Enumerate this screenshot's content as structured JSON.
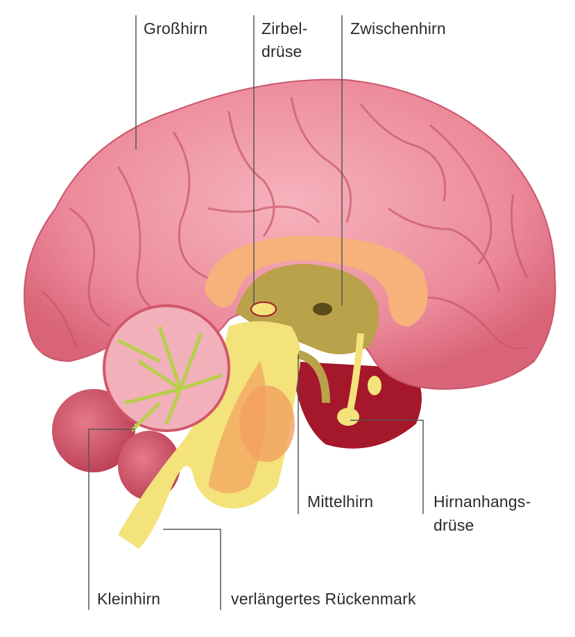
{
  "labels": {
    "grosshirn": "Großhirn",
    "zirbeldruese_1": "Zirbel-",
    "zirbeldruese_2": "drüse",
    "zwischenhirn": "Zwischenhirn",
    "mittelhirn": "Mittelhirn",
    "hirnanhangsdruese_1": "Hirnanhangs-",
    "hirnanhangsdruese_2": "drüse",
    "kleinhirn": "Kleinhirn",
    "verlaengertes_rueckenmark": "verlängertes Rückenmark"
  },
  "colors": {
    "cerebrum": "#ec8a9a",
    "cerebrum_dark": "#c9566c",
    "cerebellum": "#d2566a",
    "brainstem": "#f3e37a",
    "diencephalon": "#b9a24a",
    "corpus_callosum": "#f6b27a",
    "deep_red": "#a5172a",
    "line": "#555555"
  }
}
